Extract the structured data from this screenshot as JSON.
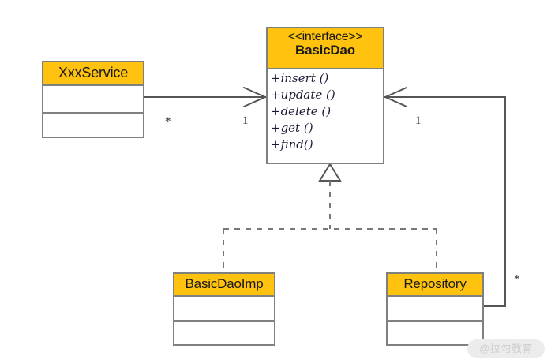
{
  "diagram": {
    "title": "BasicDao UML class diagram",
    "colors": {
      "header_fill": "#FFC20E",
      "box_border": "#808080",
      "box_fill": "#FFFFFF",
      "edge": "#555555",
      "member_text": "#1B1B38",
      "watermark_pill": "#ECECEC",
      "watermark_text": "#CFCFCF"
    },
    "classes": [
      {
        "id": "xxx-service",
        "stereotype": "",
        "name": "XxxService",
        "members": []
      },
      {
        "id": "basic-dao",
        "stereotype": "<<interface>>",
        "name": "BasicDao",
        "members": [
          "+insert ()",
          "+update ()",
          "+delete ()",
          "+get ()",
          "+find()"
        ]
      },
      {
        "id": "basic-dao-imp",
        "stereotype": "",
        "name": "BasicDaoImp",
        "members": []
      },
      {
        "id": "repository",
        "stereotype": "",
        "name": "Repository",
        "members": []
      }
    ],
    "multiplicities": [
      {
        "id": "service-many",
        "label": "*"
      },
      {
        "id": "dao-one-left",
        "label": "1"
      },
      {
        "id": "dao-one-right",
        "label": "1"
      },
      {
        "id": "repository-many",
        "label": "*"
      }
    ],
    "relationships": [
      {
        "id": "service-uses-dao",
        "type": "association",
        "from": "XxxService",
        "to": "BasicDao",
        "from_multiplicity": "*",
        "to_multiplicity": "1",
        "arrow": "open"
      },
      {
        "id": "repository-uses-dao",
        "type": "association",
        "from": "Repository",
        "to": "BasicDao",
        "from_multiplicity": "*",
        "to_multiplicity": "1",
        "arrow": "open"
      },
      {
        "id": "imp-realizes-dao",
        "type": "realization",
        "from": "BasicDaoImp",
        "to": "BasicDao",
        "arrow": "hollow-triangle",
        "line": "dashed"
      },
      {
        "id": "repository-realizes-dao",
        "type": "realization",
        "from": "Repository",
        "to": "BasicDao",
        "arrow": "hollow-triangle",
        "line": "dashed"
      }
    ]
  },
  "watermark": {
    "text": "@拉勾教育"
  }
}
